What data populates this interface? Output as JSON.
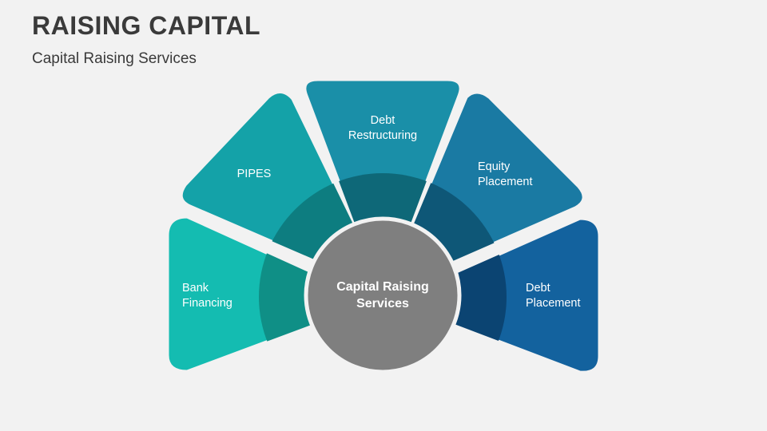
{
  "header": {
    "title": "RAISING CAPITAL",
    "subtitle": "Capital Raising Services"
  },
  "center": {
    "lines": [
      "Capital Raising",
      "Services"
    ],
    "color": "#7f7f7f"
  },
  "segments": [
    {
      "key": "bank-financing",
      "lines": [
        "Bank",
        "Financing"
      ],
      "color": "#14bcb1",
      "inner": "#0f8f86"
    },
    {
      "key": "pipes",
      "lines": [
        "PIPES"
      ],
      "color": "#14a2a8",
      "inner": "#0d7d80"
    },
    {
      "key": "debt-restructuring",
      "lines": [
        "Debt",
        "Restructuring"
      ],
      "color": "#1a8fa8",
      "inner": "#0e6878"
    },
    {
      "key": "equity-placement",
      "lines": [
        "Equity",
        "Placement"
      ],
      "color": "#1a7aa3",
      "inner": "#0e5777"
    },
    {
      "key": "debt-placement",
      "lines": [
        "Debt",
        "Placement"
      ],
      "color": "#13629e",
      "inner": "#0b4472"
    }
  ]
}
